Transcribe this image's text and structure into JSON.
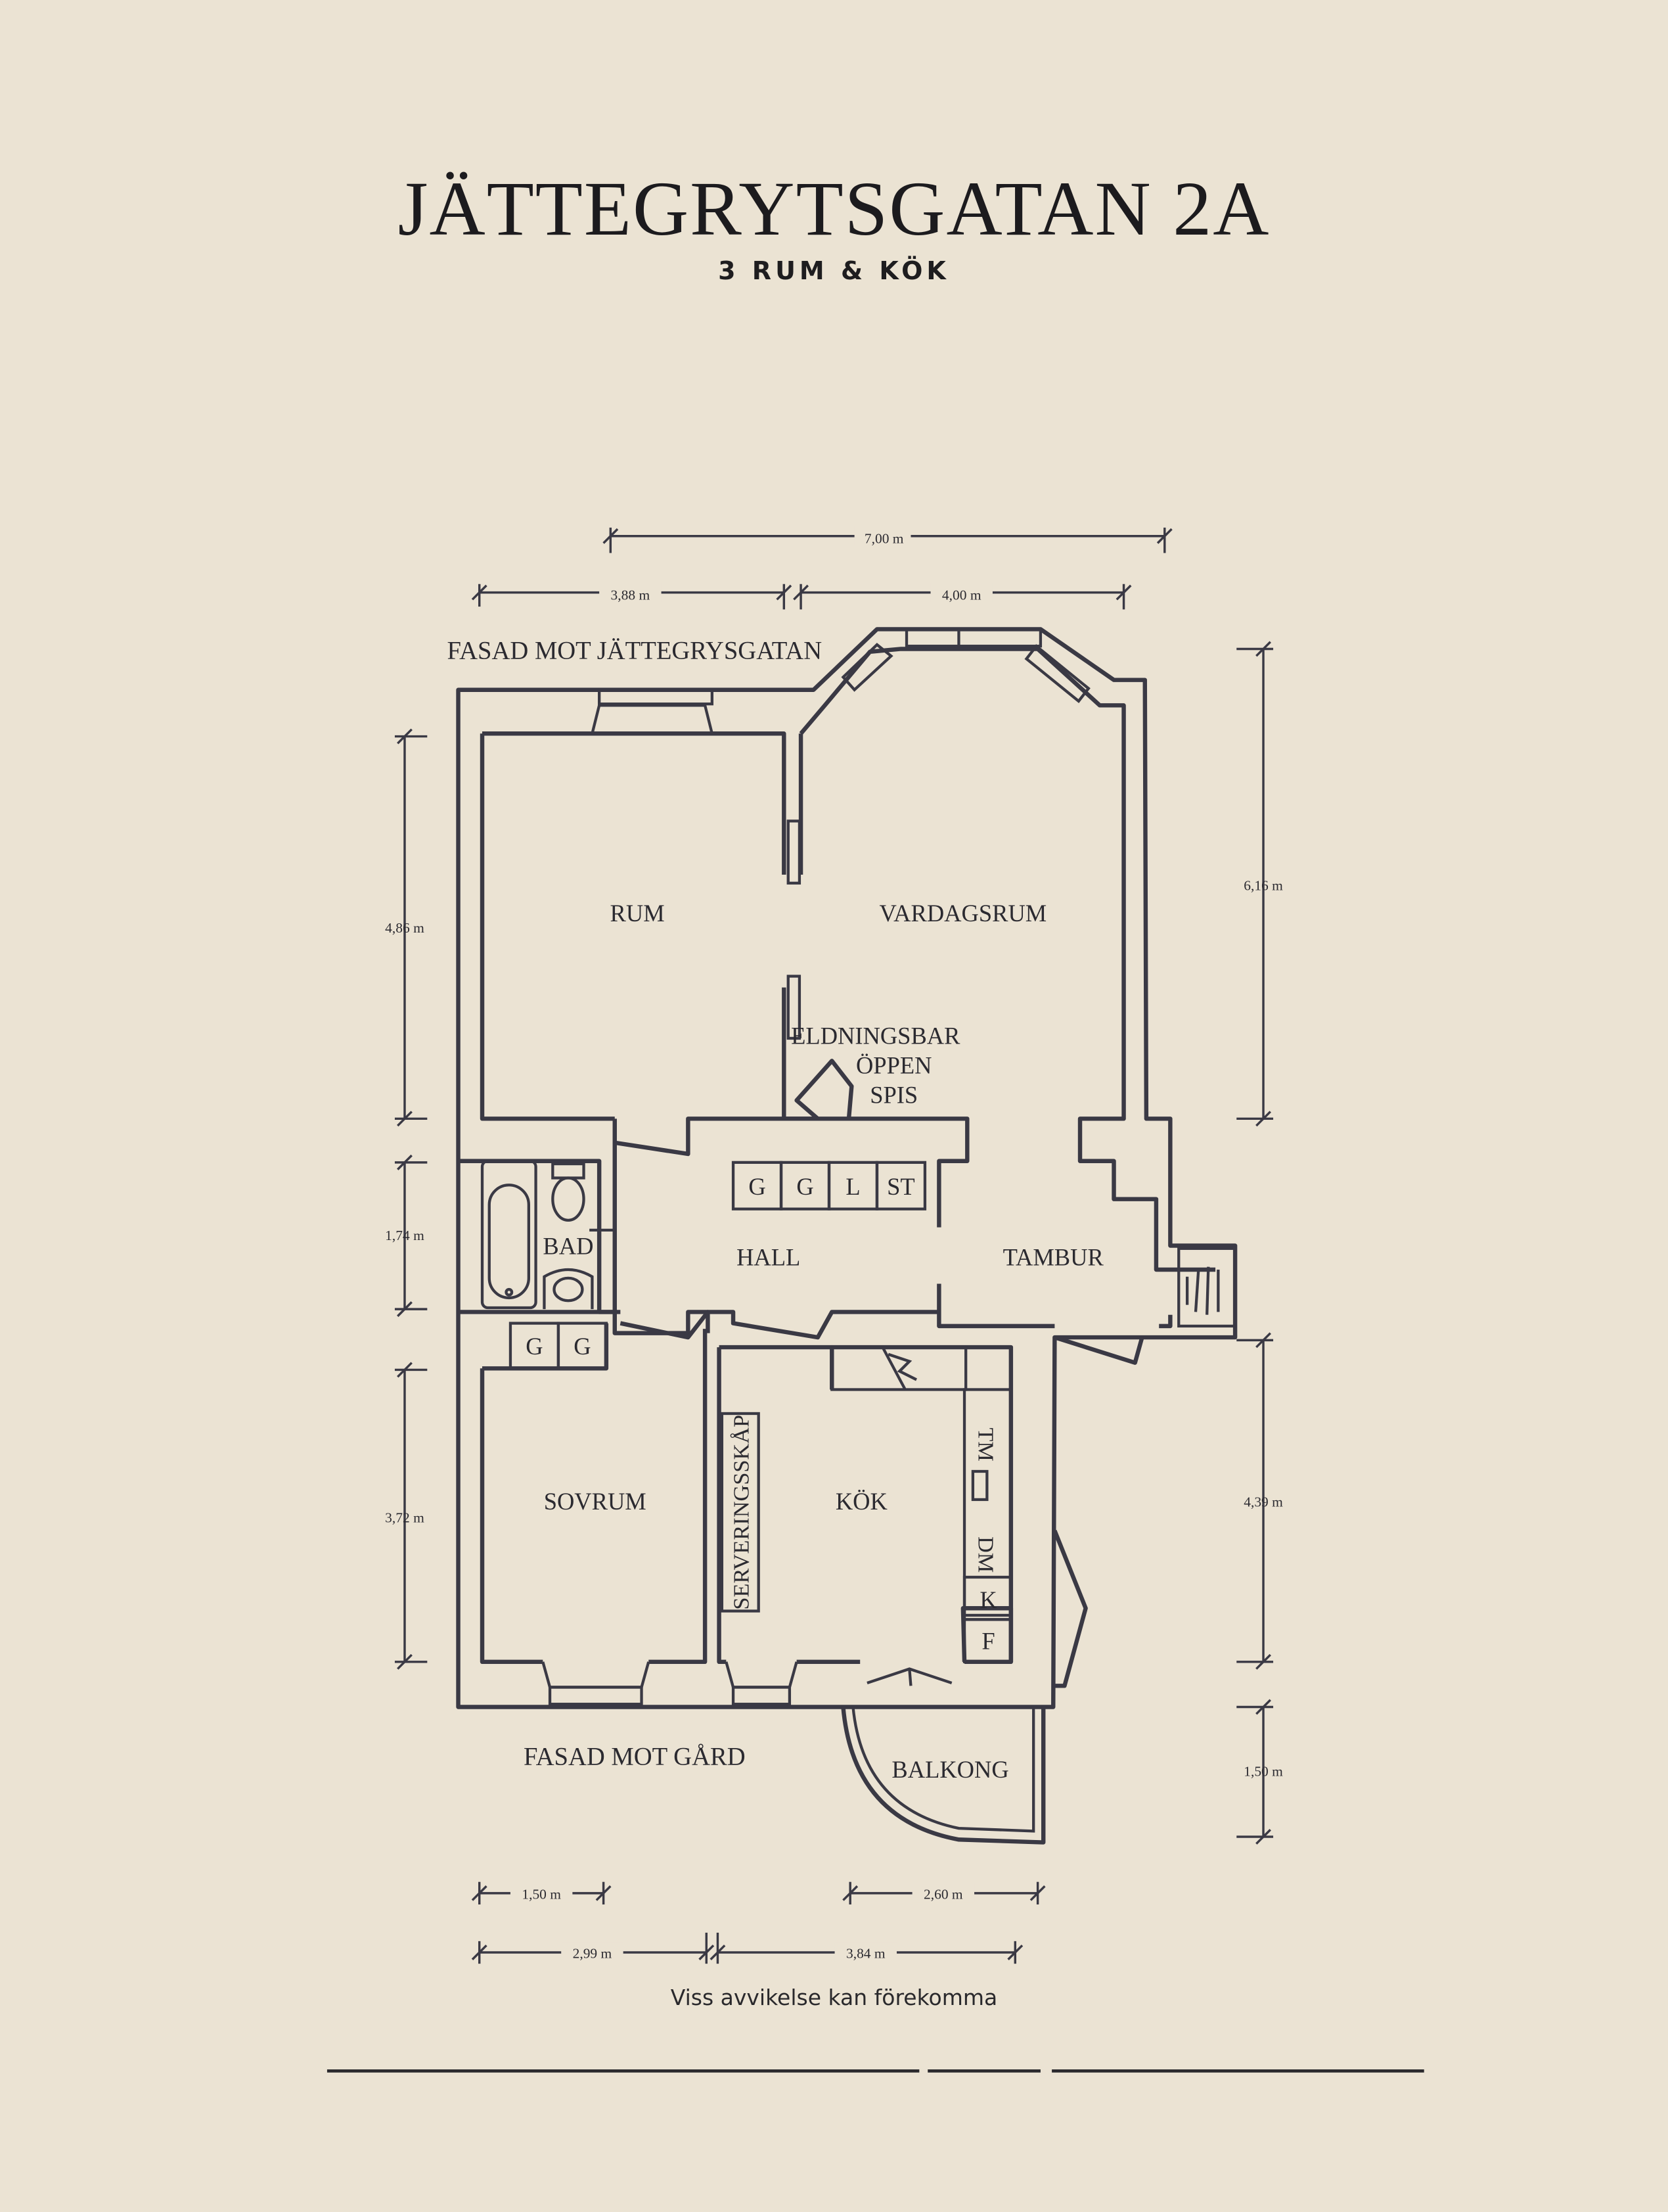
{
  "header": {
    "title": "JÄTTEGRYTSGATAN 2A",
    "subtitle": "3 RUM & KÖK"
  },
  "facades": {
    "street": "FASAD MOT JÄTTEGRYSGATAN",
    "yard": "FASAD MOT GÅRD"
  },
  "rooms": {
    "rum": "RUM",
    "vardagsrum": "VARDAGSRUM",
    "fireplace_line1": "ELDNINGSBAR",
    "fireplace_line2": "ÖPPEN",
    "fireplace_line3": "SPIS",
    "bad": "BAD",
    "hall": "HALL",
    "tambur": "TAMBUR",
    "sovrum": "SOVRUM",
    "kok": "KÖK",
    "balkong": "BALKONG"
  },
  "fixtures": {
    "hall_cabinets": [
      "G",
      "G",
      "L",
      "ST"
    ],
    "bedroom_cabinets": [
      "G",
      "G"
    ],
    "serveringsskap": "SERVERINGSSKÅP",
    "tm": "TM",
    "dm": "DM",
    "k": "K",
    "f": "F"
  },
  "dimensions": {
    "total_width": "7,00 m",
    "top_left": "3,88 m",
    "top_right": "4,00 m",
    "left_upper": "4,86 m",
    "left_middle": "1,74 m",
    "left_lower": "3,72 m",
    "right_upper": "6,16 m",
    "right_lower": "4,39 m",
    "right_balcony": "1,50 m",
    "bottom_small_left": "1,50 m",
    "bottom_balcony": "2,60 m",
    "bottom_left": "2,99 m",
    "bottom_right": "3,84 m"
  },
  "footer": {
    "disclaimer": "Viss avvikelse kan förekomma"
  }
}
